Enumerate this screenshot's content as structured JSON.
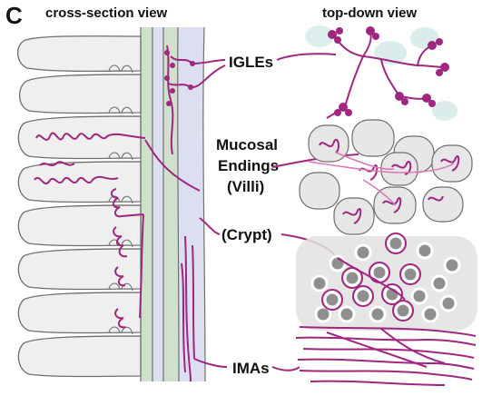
{
  "panel_letter": "C",
  "headers": {
    "left": "cross-section view",
    "right": "top-down view"
  },
  "labels": {
    "igles": "IGLEs",
    "mucosal_line1": "Mucosal",
    "mucosal_line2": "Endings",
    "mucosal_line3": "(Villi)",
    "crypt": "(Crypt)",
    "imas": "IMAs"
  },
  "colors": {
    "neuron": "#a0267f",
    "neuron_light": "#d879b8",
    "tissue_fill": "#efefef",
    "tissue_stroke": "#6e6e6e",
    "muscle_blue": "#dcdff0",
    "muscle_green": "#cfe0cd",
    "teal_glow": "#d8ece9",
    "cell_grey": "#8f8f8f"
  }
}
